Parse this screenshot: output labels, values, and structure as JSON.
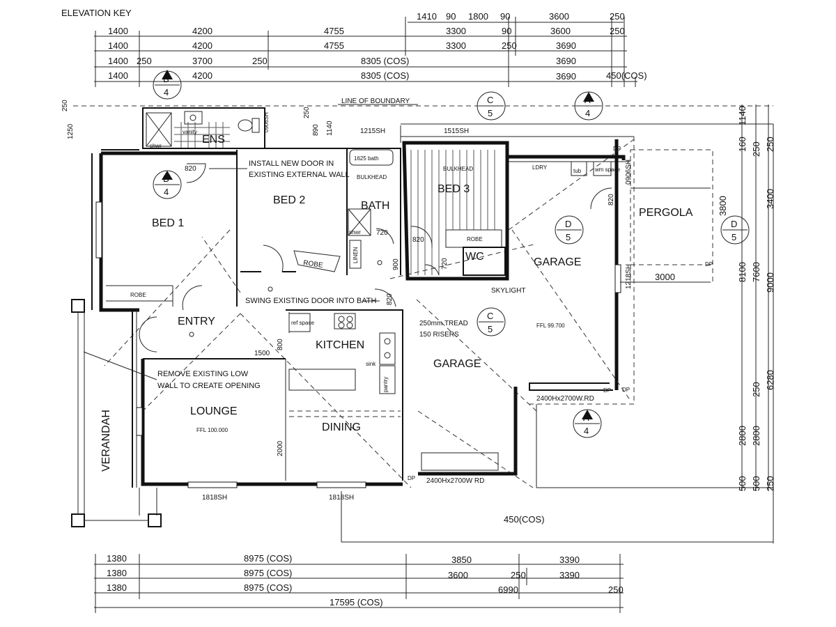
{
  "elevation_key": "ELEVATION KEY",
  "top_dims": {
    "row0": [
      "1410",
      "90",
      "1800",
      "90",
      "3600",
      "250"
    ],
    "row1": [
      "1400",
      "4200",
      "4755",
      "3300",
      "90",
      "3600",
      "250"
    ],
    "row2": [
      "1400",
      "4200",
      "4755",
      "3300",
      "250",
      "3690"
    ],
    "row3": [
      "1400",
      "250",
      "3700",
      "250",
      "8305 (COS)",
      "3690"
    ],
    "row4": [
      "1400",
      "4200",
      "8305 (COS)",
      "3690",
      "450(COS)"
    ]
  },
  "bottom_dims": {
    "row1": [
      "1380",
      "8975 (COS)",
      "3850",
      "3390"
    ],
    "row2": [
      "1380",
      "8975 (COS)",
      "3600",
      "250",
      "3390"
    ],
    "row3": [
      "1380",
      "8975 (COS)",
      "6990",
      "250"
    ],
    "total": "17595 (COS)"
  },
  "markers": {
    "b4_top": {
      "letter": "B",
      "num": "4"
    },
    "b4_bed1": {
      "letter": "B",
      "num": "4"
    },
    "c5_top": {
      "letter": "C",
      "num": "5"
    },
    "a4_top": {
      "letter": "A",
      "num": "4"
    },
    "d5_garage": {
      "letter": "D",
      "num": "5"
    },
    "d5_right": {
      "letter": "D",
      "num": "5"
    },
    "c5_mid": {
      "letter": "C",
      "num": "5"
    },
    "a4_bottom": {
      "letter": "A",
      "num": "4"
    }
  },
  "rooms": {
    "ens": "ENS",
    "bed1": "BED 1",
    "bed2": "BED 2",
    "bed3": "BED 3",
    "bath": "BATH",
    "wc": "WC",
    "entry": "ENTRY",
    "kitchen": "KITCHEN",
    "lounge": "LOUNGE",
    "dining": "DINING",
    "garage_upper": "GARAGE",
    "garage_lower": "GARAGE",
    "pergola": "PERGOLA",
    "verandah": "VERANDAH"
  },
  "labels": {
    "line_of_boundary": "LINE OF BOUNDARY",
    "sh1215": "1215SH",
    "sh1515": "1515SH",
    "sh0906_ens": "0906SH",
    "sh0906_ldry": "0906SH",
    "sh1218": "1218SH",
    "sh1818_a": "1818SH",
    "sh1818_b": "1818SH",
    "bath1625": "1625 bath",
    "bulkhead_bath": "BULKHEAD",
    "bulkhead_bed3": "BULKHEAD",
    "robe_bed1": "ROBE",
    "robe_bed3": "ROBE",
    "robe_bed2": "ROBE",
    "linen": "LINEN",
    "ldry": "LDRY",
    "tub": "tub",
    "wm_space": "wm space",
    "ref_space": "ref space",
    "sink": "sink",
    "pantry": "pantry",
    "shwr_ens": "shwr",
    "vanity": "vanity",
    "shwr_bath": "shwr",
    "skylight": "SKYLIGHT",
    "ffl_garage": "FFL 99.700",
    "ffl_lounge": "FFL 100.000",
    "door_garage_upper": "2400Hx2700W.RD",
    "door_garage_lower": "2400Hx2700W RD",
    "dp1": "DP",
    "dp2": "DP",
    "dp3": "DP",
    "dp4": "DP",
    "dp5": "DP",
    "cos450": "450(COS)",
    "stair1": "250mm TREAD",
    "stair2": "150 RISERS"
  },
  "notes": {
    "new_door_1": "INSTALL NEW DOOR IN",
    "new_door_2": "EXISTING EXTERNAL WALL",
    "swing_door": "SWING EXISTING DOOR INTO BATH",
    "remove_wall_1": "REMOVE EXISTING LOW",
    "remove_wall_2": "WALL TO CREATE OPENING"
  },
  "inner_dims": {
    "d820_bed1": "820",
    "d720_bath": "720",
    "d820_bed3": "820",
    "d720_wc": "720",
    "d900": "900",
    "d820_lower": "820",
    "d820_ldry": "820",
    "d1500": "1500",
    "d800": "800",
    "d2000": "2000",
    "d250": "250",
    "d890": "890",
    "d1140": "1140",
    "d1250": "1250",
    "d250_left": "250",
    "d3000": "3000",
    "d3800": "3800"
  },
  "right_dims": {
    "r1140": "1140",
    "r160": "160",
    "r250a": "250",
    "r250b": "250",
    "r3400": "3400",
    "r9000": "9000",
    "r8100": "8100",
    "r7600": "7600",
    "r6280": "6280",
    "r250c": "250",
    "r2800a": "2800",
    "r2800b": "2800",
    "r500a": "500",
    "r500b": "500",
    "r250d": "250"
  }
}
